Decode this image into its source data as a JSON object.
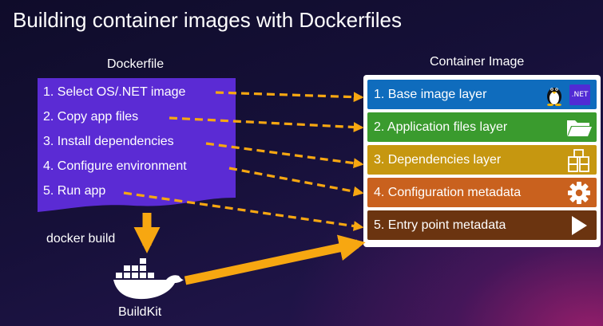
{
  "title": "Building container images with Dockerfiles",
  "dockerfile": {
    "heading": "Dockerfile",
    "steps": [
      "1. Select OS/.NET image",
      "2. Copy app files",
      "3. Install dependencies",
      "4. Configure environment",
      "5. Run app"
    ]
  },
  "container_image": {
    "heading": "Container Image",
    "layers": [
      {
        "label": "1. Base image layer",
        "color": "#0f6cbd",
        "icons": [
          "linux-penguin-icon",
          "dotnet-icon"
        ],
        "badge_text": ".NET"
      },
      {
        "label": "2. Application files layer",
        "color": "#3a9b2e",
        "icons": [
          "folder-icon"
        ]
      },
      {
        "label": "3. Dependencies layer",
        "color": "#c69710",
        "icons": [
          "boxes-icon"
        ]
      },
      {
        "label": "4. Configuration metadata",
        "color": "#c9611e",
        "icons": [
          "gear-icon"
        ]
      },
      {
        "label": "5. Entry point metadata",
        "color": "#6b3410",
        "icons": [
          "play-icon"
        ]
      }
    ]
  },
  "build": {
    "command_label": "docker build",
    "tool_label": "BuildKit"
  },
  "colors": {
    "arrow": "#f7a711",
    "doc_fill": "#5b2bd4",
    "whale": "#ffffff"
  }
}
